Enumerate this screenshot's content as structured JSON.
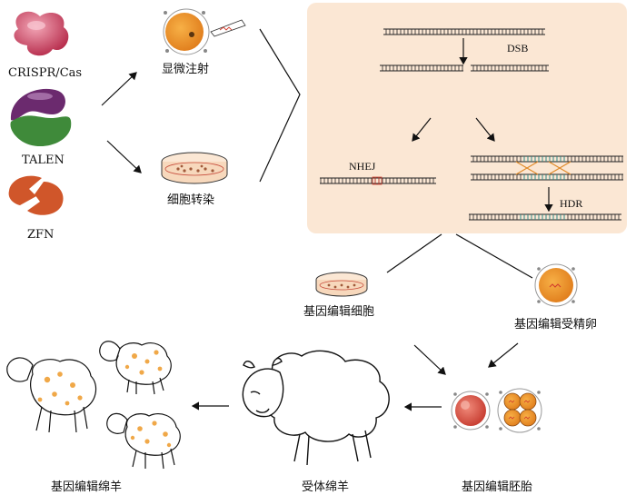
{
  "tools": [
    {
      "label": "CRISPR/Cas",
      "color": "#c8395a"
    },
    {
      "label": "TALEN",
      "color": "#6b2a6e"
    },
    {
      "label": "ZFN",
      "color": "#d0562a"
    }
  ],
  "delivery": {
    "microinjection": "显微注射",
    "transfection": "细胞转染"
  },
  "mechanism": {
    "dsb": "DSB",
    "nhej": "NHEJ",
    "hdr": "HDR",
    "panel_bg": "#fbe7d4"
  },
  "products": {
    "edited_cells": "基因编辑细胞",
    "edited_zygote": "基因编辑受精卵",
    "edited_embryo": "基因编辑胚胎",
    "recipient": "受体绵羊",
    "edited_sheep": "基因编辑绵羊"
  }
}
